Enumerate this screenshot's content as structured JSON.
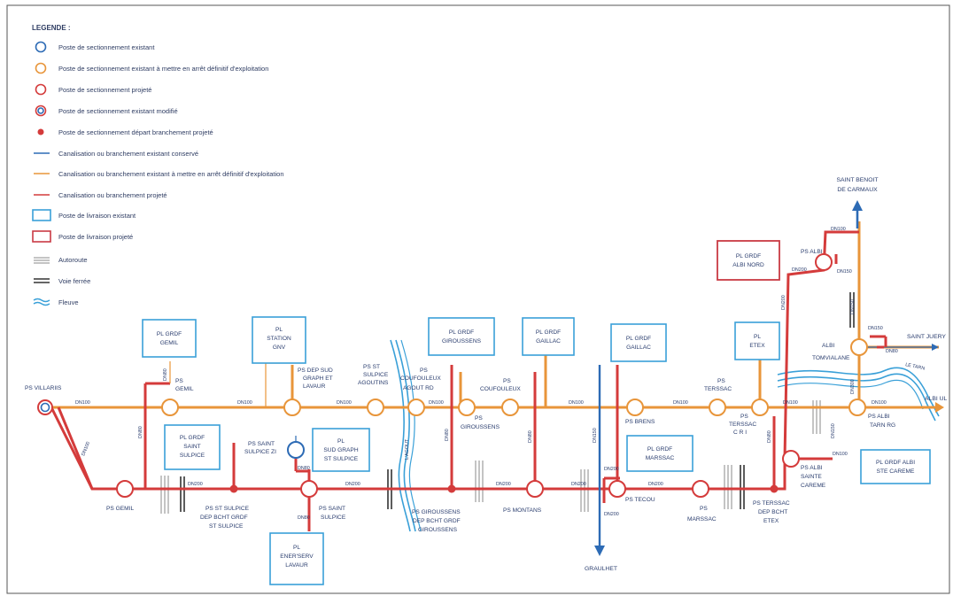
{
  "legend": {
    "title": "LEGENDE :",
    "items": [
      "Poste de sectionnement existant",
      "Poste de sectionnement existant à mettre en arrêt définitif d'exploitation",
      "Poste de sectionnement projeté",
      "Poste de sectionnement existant modifié",
      "Poste de sectionnement départ branchement projeté",
      "Canalisation ou branchement existant conservé",
      "Canalisation ou branchement existant à mettre en arrêt définitif d'exploitation",
      "Canalisation ou branchement projeté",
      "Poste de livraison existant",
      "Poste de livraison projeté",
      "Autoroute",
      "Voie ferrée",
      "Fleuve"
    ]
  },
  "colors": {
    "existing_blue": "#2d6bb5",
    "decommission_orange": "#e8953a",
    "projected_red": "#d43b3b",
    "delivery_existing": "#3aa0d8",
    "delivery_projected": "#c93a44",
    "text": "#2a3d6e"
  },
  "stations": {
    "villariis": "PS VILLARIIS",
    "gemil_top": [
      "PS",
      "GEMIL"
    ],
    "dep_sud": [
      "PS DEP SUD",
      "GRAPH ET",
      "LAVAUR"
    ],
    "st_sulpice_agoutins": [
      "PS ST",
      "SULPICE",
      "AGOUTINS"
    ],
    "coufouleux_agout": [
      "PS",
      "COUFOULEUX",
      "AGOUT RD"
    ],
    "giroussens": [
      "PS",
      "GIROUSSENS"
    ],
    "coufouleux": [
      "PS",
      "COUFOULEUX"
    ],
    "brens": "PS BRENS",
    "terssac_top": [
      "PS",
      "TERSSAC"
    ],
    "terssac_cri": [
      "PS",
      "TERSSAC",
      "C R I"
    ],
    "albi_nord": "PS ALBI",
    "albi_tomvialane": [
      "ALBI",
      "TOMVIALANE"
    ],
    "albi_tarn": [
      "PS ALBI",
      "TARN RG"
    ],
    "gemil_bottom": "PS GEMIL",
    "st_sulpice_zi": [
      "PS SAINT",
      "SULPICE ZI"
    ],
    "st_sulpice_dep": [
      "PS ST SULPICE",
      "DEP BCHT GRDF",
      "ST SULPICE"
    ],
    "saint_sulpice": [
      "PS SAINT",
      "SULPICE"
    ],
    "giroussens_dep": [
      "PS GIROUSSENS",
      "DEP BCHT GRDF",
      "GIROUSSENS"
    ],
    "montans": "PS MONTANS",
    "tecou": "PS TECOU",
    "marssac": [
      "PS",
      "MARSSAC"
    ],
    "terssac_dep": [
      "PS TERSSAC",
      "DEP BCHT",
      "ETEX"
    ],
    "albi_ste_careme": [
      "PS ALBI",
      "SAINTE",
      "CAREME"
    ]
  },
  "delivery_posts": {
    "gemil": [
      "PL GRDF",
      "GEMIL"
    ],
    "station_gnv": [
      "PL",
      "STATION",
      "GNV"
    ],
    "saint_sulpice": [
      "PL GRDF",
      "SAINT",
      "SULPICE"
    ],
    "sud_graph": [
      "PL",
      "SUD GRAPH",
      "ST SULPICE"
    ],
    "giroussens": [
      "PL GRDF",
      "GIROUSSENS"
    ],
    "gaillac": [
      "PL GRDF",
      "GAILLAC"
    ],
    "etex": [
      "PL",
      "ETEX"
    ],
    "albi_nord": [
      "PL GRDF",
      "ALBI NORD"
    ],
    "marssac": [
      "PL GRDF",
      "MARSSAC"
    ],
    "albi_ste_careme": [
      "PL GRDF ALBI",
      "STE CAREME"
    ],
    "enerserv": [
      "PL",
      "ENER'SERV",
      "LAVAUR"
    ]
  },
  "external": {
    "saint_benoit": [
      "SAINT BENOIT",
      "DE CARMAUX"
    ],
    "saint_juery": "SAINT JUERY",
    "albi_ul": "ALBI UL",
    "graulhet": "GRAULHET",
    "le_tarn": "LE TARN",
    "l_agout": "L'AGOUT"
  },
  "pipe_labels": {
    "dn100": "DN100",
    "dn150": "DN150",
    "dn200": "DN200",
    "dn80": "DN80",
    "dn300": "DN300"
  }
}
